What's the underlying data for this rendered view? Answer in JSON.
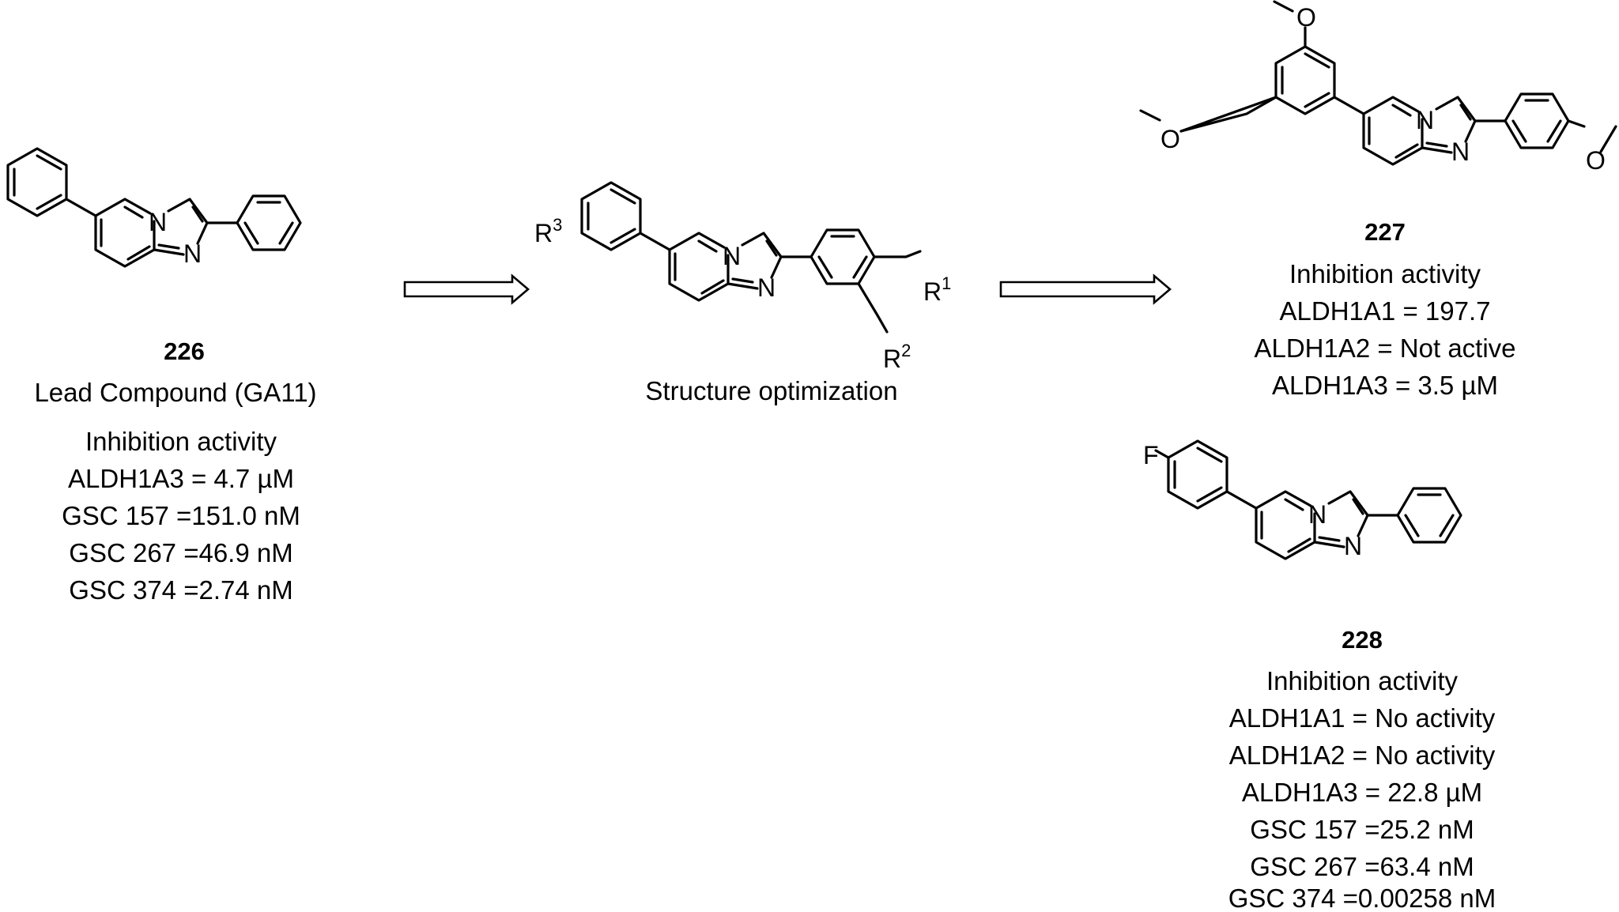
{
  "compound_226": {
    "number": "226",
    "name": "Lead Compound (GA11)",
    "activity_header": "Inhibition activity",
    "activity": [
      "ALDH1A3 = 4.7 µM",
      "GSC 157 =151.0 nM",
      "GSC  267 =46.9 nM",
      "GSC 374 =2.74 nM"
    ]
  },
  "scaffold": {
    "caption": "Structure optimization",
    "r1": "R",
    "r1_sup": "1",
    "r2": "R",
    "r2_sup": "2",
    "r3": "R",
    "r3_sup": "3"
  },
  "compound_227": {
    "number": "227",
    "activity_header": "Inhibition activity",
    "activity": [
      "ALDH1A1 = 197.7",
      "ALDH1A2 = Not active",
      "ALDH1A3 = 3.5 µM"
    ]
  },
  "compound_228": {
    "number": "228",
    "activity_header": "Inhibition activity",
    "activity": [
      "ALDH1A1 = No activity",
      "ALDH1A2 = No activity",
      "ALDH1A3 = 22.8 µM",
      "GSC 157 =25.2 nM",
      "GSC  267 =63.4 nM",
      "GSC 374 =0.00258 nM"
    ]
  },
  "atoms": {
    "nitrogen": "N",
    "oxygen": "O",
    "fluorine": "F"
  }
}
